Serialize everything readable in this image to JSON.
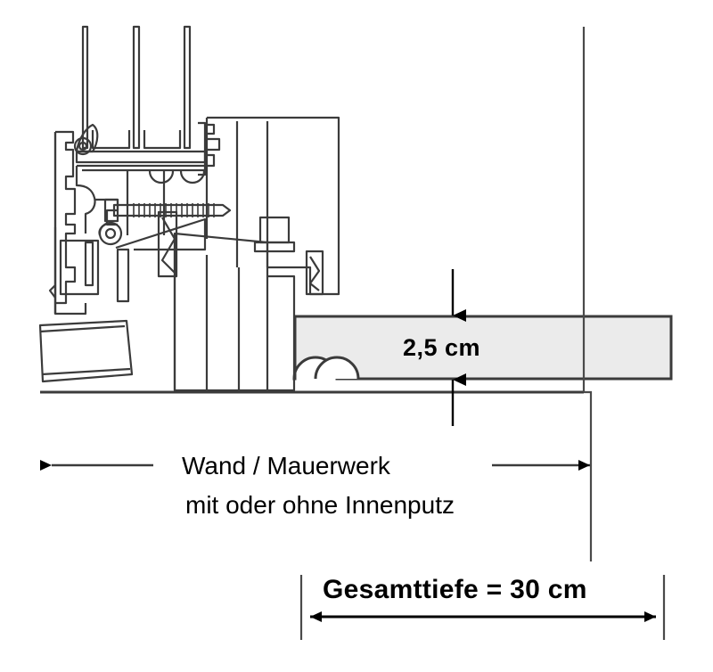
{
  "diagram": {
    "type": "technical-cross-section",
    "subject": "window-frame-wall-installation-detail",
    "background_color": "#ffffff",
    "line_color": "#3b3b3b",
    "fill_light": "#ebebeb",
    "text_color": "#000000"
  },
  "labels": {
    "thickness": "2,5 cm",
    "wall_line1": "Wand / Mauerwerk",
    "wall_line2": "mit oder ohne Innenputz",
    "total_depth": "Gesamttiefe = 30 cm"
  },
  "dimensions": {
    "thickness_value": "2,5",
    "thickness_unit": "cm",
    "total_depth_value": "30",
    "total_depth_unit": "cm"
  },
  "annotations": {
    "thickness_arrow_top": "down-arrow",
    "thickness_arrow_bottom": "up-arrow",
    "wall_arrow_left": "left-arrow",
    "wall_arrow_right": "right-arrow",
    "total_arrow_left": "left-arrow",
    "total_arrow_right": "right-arrow"
  }
}
